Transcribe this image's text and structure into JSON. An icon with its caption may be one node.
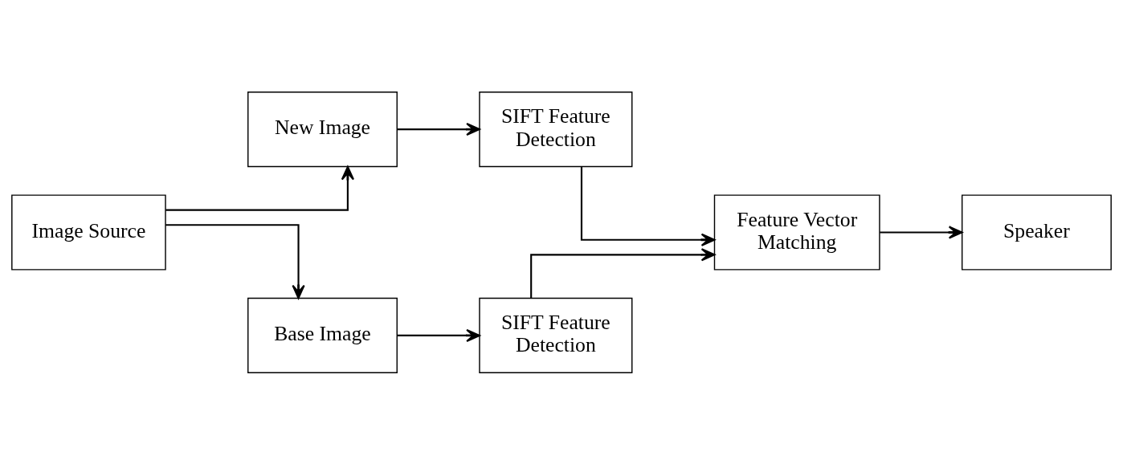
{
  "diagram": {
    "nodes": [
      {
        "text": [
          "Image Source"
        ]
      },
      {
        "text": [
          "New Image"
        ]
      },
      {
        "text": [
          "SIFT Feature Detection"
        ]
      },
      {
        "text": [
          "Base Image"
        ]
      },
      {
        "text": [
          "SIFT Feature Detection"
        ]
      },
      {
        "text": [
          "Feature Vector Matching"
        ]
      },
      {
        "text": [
          "Speaker"
        ]
      }
    ],
    "edges": [
      {
        "from": 0,
        "to": 1,
        "arrow": "to"
      },
      {
        "from": 0,
        "to": 3,
        "arrow": "to"
      },
      {
        "from": 1,
        "to": 2,
        "arrow": "to"
      },
      {
        "from": 3,
        "to": 4,
        "arrow": "to"
      },
      {
        "from": 2,
        "to": 5,
        "arrow": "to"
      },
      {
        "from": 4,
        "to": 5,
        "arrow": "to"
      },
      {
        "from": 5,
        "to": 6,
        "arrow": "to"
      }
    ]
  }
}
